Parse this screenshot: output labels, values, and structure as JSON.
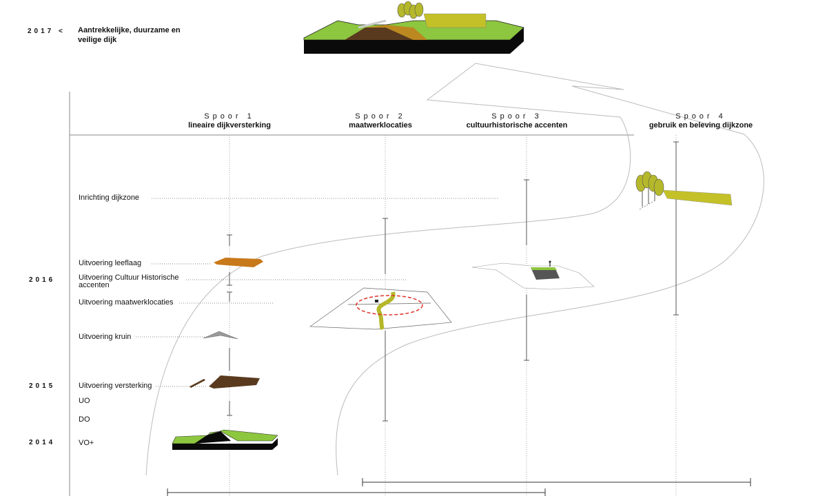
{
  "goal": {
    "year": "2017 <",
    "text": "Aantrekkelijke, duurzame en veilige dijk"
  },
  "years": {
    "y2016": "2016",
    "y2015": "2015",
    "y2014": "2014"
  },
  "tracks": [
    {
      "label": "Spoor 1",
      "name": "lineaire dijkversterking"
    },
    {
      "label": "Spoor 2",
      "name": "maatwerklocaties"
    },
    {
      "label": "Spoor 3",
      "name": "cultuurhistorische accenten"
    },
    {
      "label": "Spoor 4",
      "name": "gebruik en beleving dijkzone"
    }
  ],
  "steps": {
    "inrichting": "Inrichting dijkzone",
    "leeflaag": "Uitvoering leeflaag",
    "cultuur": "Uitvoering Cultuur Historische accenten",
    "maatwerk": "Uitvoering maatwerklocaties",
    "kruin": "Uitvoering kruin",
    "versterking": "Uitvoering versterking"
  },
  "phases": {
    "uo": "UO",
    "do": "DO",
    "vo": "VO+"
  },
  "colors": {
    "grass": "#8dc63f",
    "soil": "#5a3a1e",
    "clay": "#c8791a",
    "tree": "#b5b82a",
    "road": "#e0322b"
  }
}
